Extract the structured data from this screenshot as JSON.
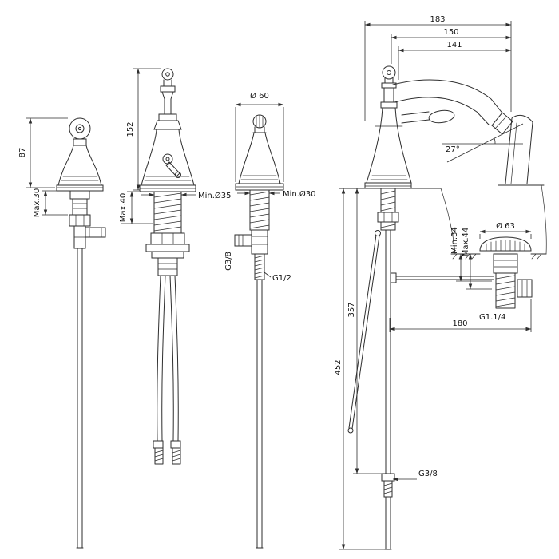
{
  "colors": {
    "line": "#2e2e2e",
    "text": "#111111",
    "background": "#ffffff",
    "accent": "#2e2e2e"
  },
  "views": {
    "v1": {
      "dim_87": "87",
      "dim_max30": "Max.30"
    },
    "v2": {
      "dim_152": "152",
      "dim_max40": "Max.40",
      "dim_min35": "Min.Ø35"
    },
    "v3": {
      "dim_60": "Ø 60",
      "dim_min30": "Min.Ø30",
      "dim_g38": "G3/8",
      "dim_g12": "G1/2"
    },
    "v4": {
      "dim_183": "183",
      "dim_150": "150",
      "dim_141": "141",
      "dim_27": "27°",
      "dim_min34": "Min.34",
      "dim_max44": "Max.44",
      "dim_63": "Ø 63",
      "dim_g114": "G1.1/4",
      "dim_180": "180",
      "dim_357": "357",
      "dim_452": "452",
      "dim_g38": "G3/8"
    }
  }
}
